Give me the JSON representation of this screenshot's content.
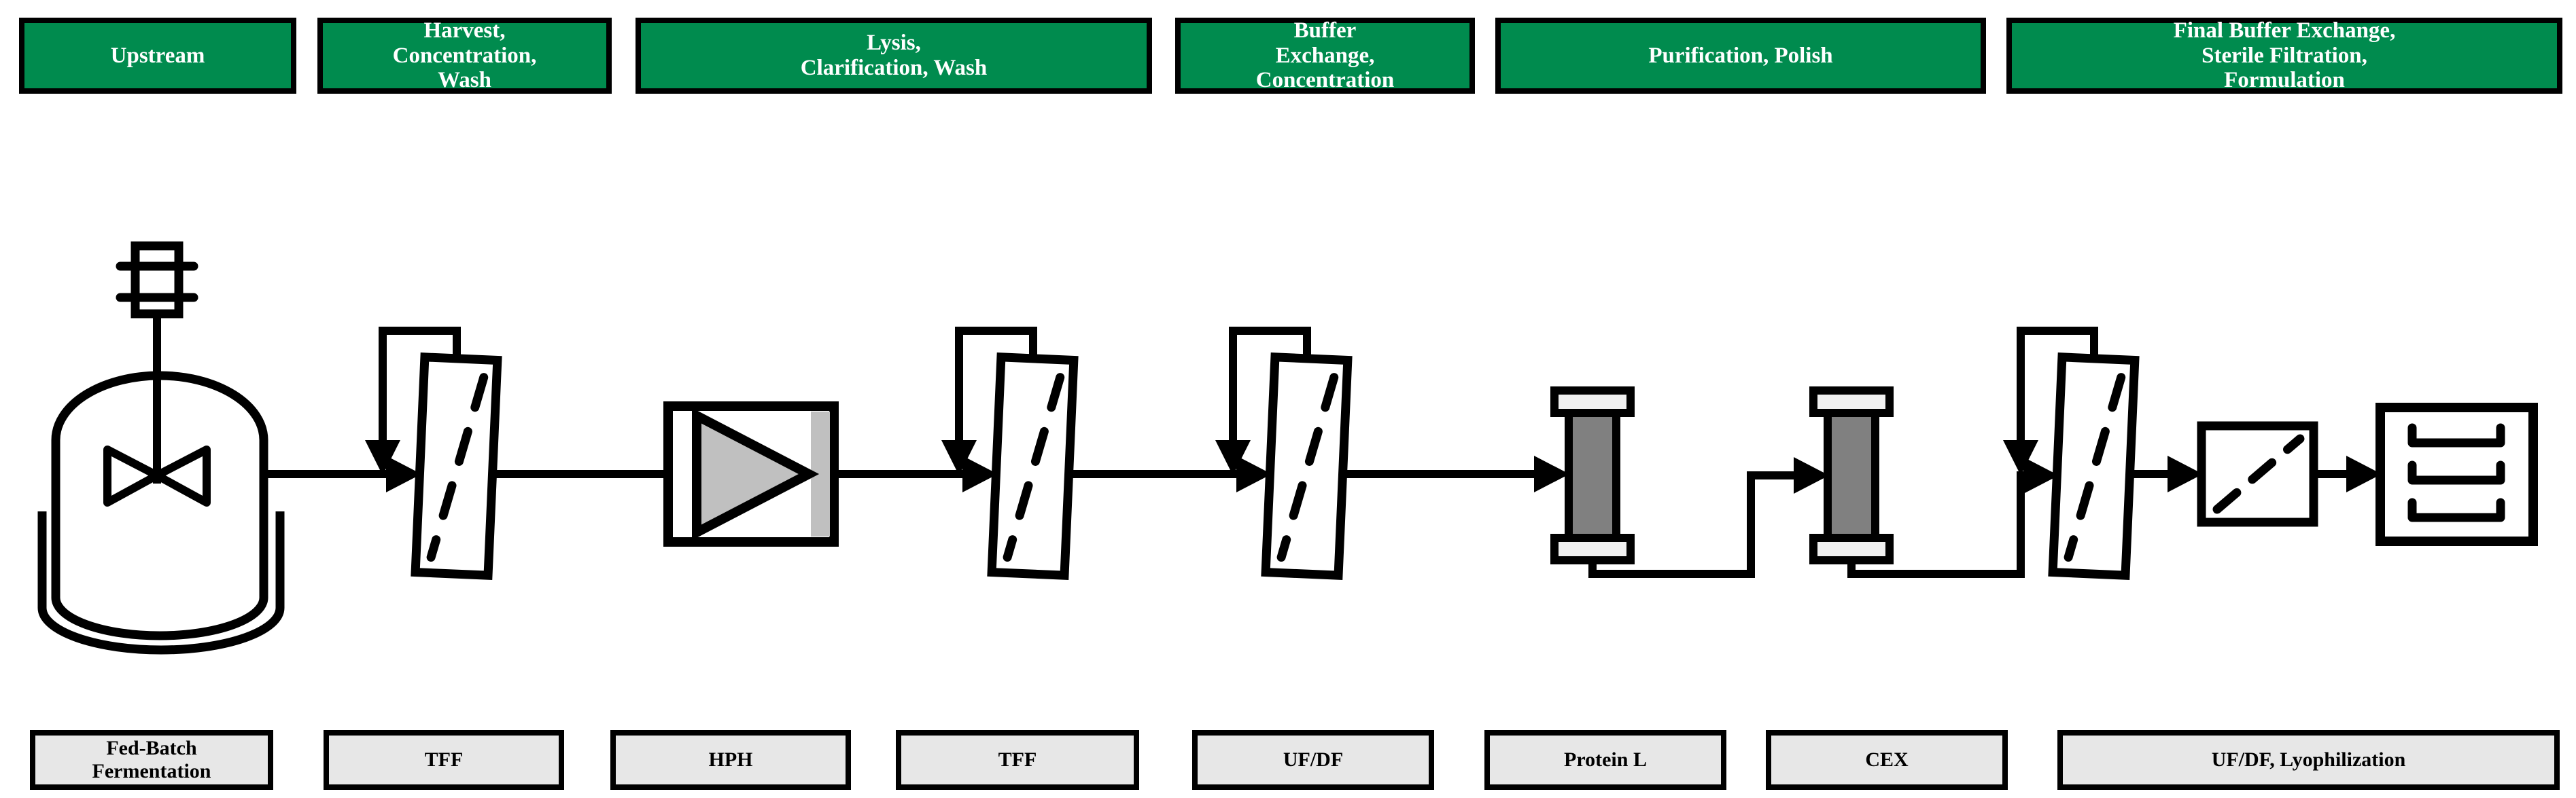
{
  "figure": {
    "title": "Bioprocess flow diagram: upstream fermentation through downstream purification and formulation"
  },
  "colors": {
    "stage_green": "#008B4E",
    "label_gray": "#E7E7E7",
    "column_body": "#808080",
    "column_cap": "#F0F0F0",
    "equip_gray": "#C0C0C0",
    "line_black": "#000000"
  },
  "stage_headers": [
    "Upstream",
    "Harvest,\nConcentration,\nWash",
    "Lysis,\nClarification, Wash",
    "Buffer\nExchange,\nConcentration",
    "Purification, Polish",
    "Final Buffer Exchange,\nSterile Filtration,\nFormulation"
  ],
  "step_labels": [
    "Fed-Batch\nFermentation",
    "TFF",
    "HPH",
    "TFF",
    "UF/DF",
    "Protein L",
    "CEX",
    "UF/DF, Lyophilization"
  ],
  "equipment_icons": [
    "stirred-tank-bioreactor-icon",
    "tff-filter-icon",
    "high-pressure-homogenizer-icon",
    "tff-filter-icon",
    "ufdf-filter-icon",
    "protein-l-column-icon",
    "cex-column-icon",
    "ufdf-filter-icon",
    "sterile-filter-icon",
    "lyophilizer-trays-icon"
  ]
}
